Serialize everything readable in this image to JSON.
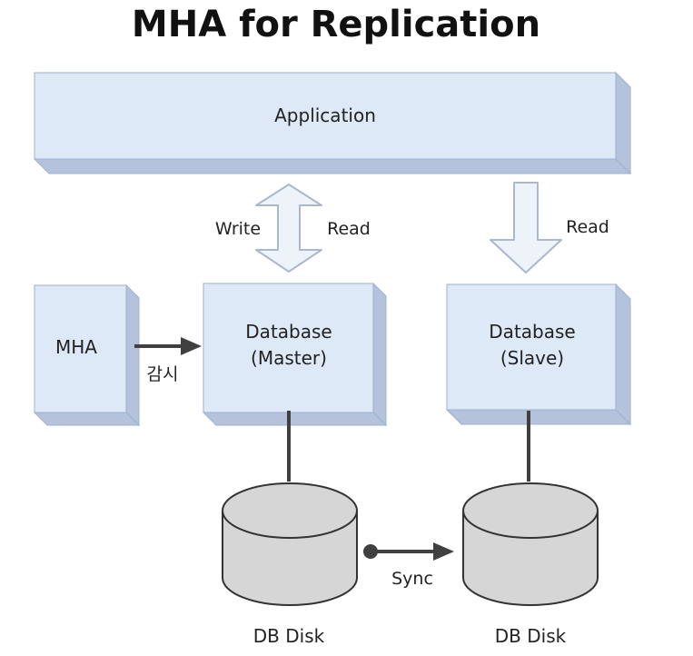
{
  "title": "MHA for Replication",
  "application": {
    "label": "Application"
  },
  "master_arrow": {
    "left_label": "Write",
    "right_label": "Read"
  },
  "slave_arrow": {
    "label": "Read"
  },
  "mha": {
    "label": "MHA",
    "monitor_label": "감시"
  },
  "master": {
    "line1": "Database",
    "line2": "(Master)"
  },
  "slave": {
    "line1": "Database",
    "line2": "(Slave)"
  },
  "disk_master": {
    "label": "DB Disk"
  },
  "disk_slave": {
    "label": "DB Disk"
  },
  "sync": {
    "label": "Sync"
  },
  "colors": {
    "box_face": "#dde9f7",
    "box_side": "#b4c2dc",
    "box_edge": "#9fb0cf",
    "arrow_fill": "#eef3f9",
    "arrow_stroke": "#aab8ce",
    "cylinder": "#d6d6d6",
    "line": "#404040"
  }
}
